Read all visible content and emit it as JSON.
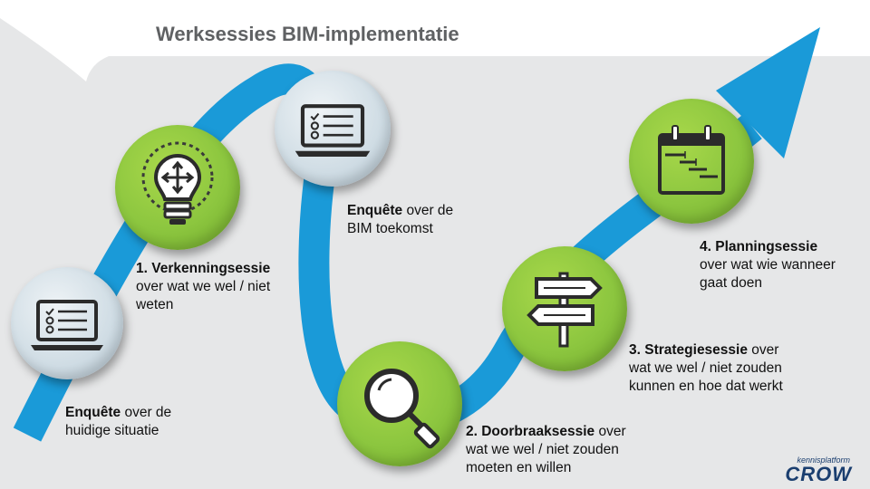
{
  "title": "Werksessies BIM-implementatie",
  "colors": {
    "arrow": "#1a9ad8",
    "green": "#8cc63f",
    "background_gray": "#e6e7e8",
    "logo": "#1a3e6f"
  },
  "steps": [
    {
      "icon": "laptop-checklist-icon",
      "bold": "Enquête",
      "rest_line1": " over de",
      "rest_lines": [
        "huidige situatie"
      ]
    },
    {
      "icon": "lightbulb-icon",
      "bold": "1. Verkenningsessie",
      "rest_line1": "",
      "rest_lines": [
        "over wat we wel / niet",
        "weten"
      ]
    },
    {
      "icon": "laptop-checklist-icon",
      "bold": "Enquête",
      "rest_line1": " over de",
      "rest_lines": [
        "BIM toekomst"
      ]
    },
    {
      "icon": "magnifier-icon",
      "bold": "2. Doorbraaksessie",
      "rest_line1": " over",
      "rest_lines": [
        "wat we wel / niet zouden",
        "moeten en willen"
      ]
    },
    {
      "icon": "signpost-icon",
      "bold": "3. Strategiesessie",
      "rest_line1": " over",
      "rest_lines": [
        "wat we wel / niet zouden",
        "kunnen en hoe dat werkt"
      ]
    },
    {
      "icon": "calendar-gantt-icon",
      "bold": "4. Planningsessie",
      "rest_line1": "",
      "rest_lines": [
        "over wat wie wanneer",
        "gaat doen"
      ]
    }
  ],
  "logo": {
    "small": "kennisplatform",
    "main": "CROW"
  }
}
